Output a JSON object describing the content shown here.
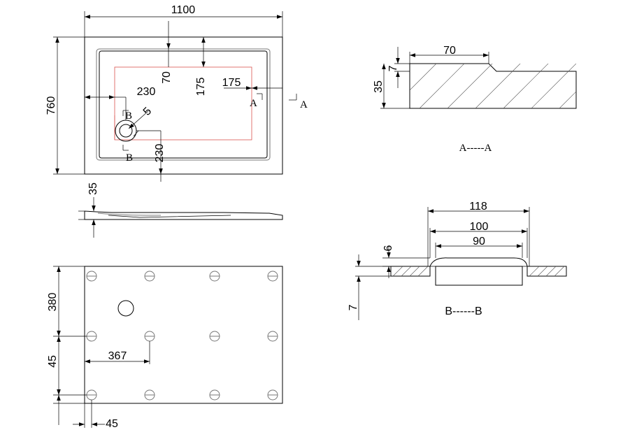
{
  "top_view": {
    "width_dim": "1100",
    "height_dim": "760",
    "dim_70": "70",
    "dim_175_v": "175",
    "dim_175_h": "175",
    "dim_230_h": "230",
    "dim_230_v": "230",
    "radius_5": "5",
    "section_b_upper": "B",
    "section_b_lower": "B",
    "section_a_left": "A",
    "section_a_right": "A"
  },
  "side_view": {
    "dim_35": "35"
  },
  "bottom_view": {
    "dim_380": "380",
    "dim_45_v": "45",
    "dim_367": "367",
    "dim_45_h": "45"
  },
  "section_a": {
    "dim_70": "70",
    "dim_7": "7",
    "dim_35": "35",
    "label": "A-----A"
  },
  "section_b": {
    "dim_118": "118",
    "dim_100": "100",
    "dim_90": "90",
    "dim_6": "6",
    "dim_7": "7",
    "label": "B------B"
  }
}
